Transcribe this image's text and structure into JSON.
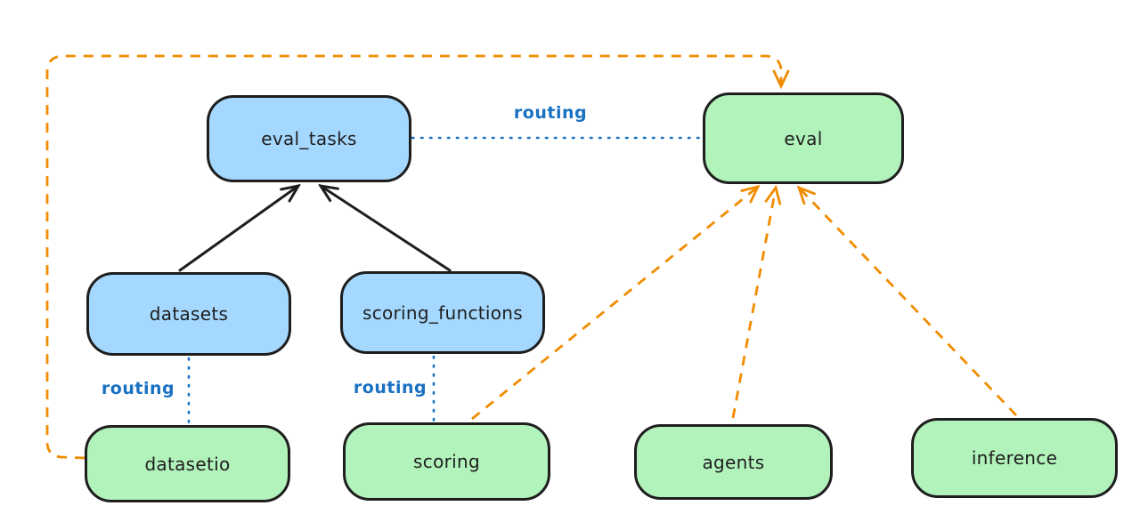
{
  "colors": {
    "background": "#ffffff",
    "node_blue_fill": "#a5d8ff",
    "node_green_fill": "#b2f2bb",
    "node_stroke": "#1e1e1e",
    "arrow_black": "#1e1e1e",
    "routing_blue": "#1971c2",
    "provider_orange": "#f08c00"
  },
  "nodes": [
    {
      "id": "eval_tasks",
      "label": "eval_tasks",
      "color": "blue"
    },
    {
      "id": "eval",
      "label": "eval",
      "color": "green"
    },
    {
      "id": "datasets",
      "label": "datasets",
      "color": "blue"
    },
    {
      "id": "scoring_functions",
      "label": "scoring_functions",
      "color": "blue"
    },
    {
      "id": "datasetio",
      "label": "datasetio",
      "color": "green"
    },
    {
      "id": "scoring",
      "label": "scoring",
      "color": "green"
    },
    {
      "id": "agents",
      "label": "agents",
      "color": "green"
    },
    {
      "id": "inference",
      "label": "inference",
      "color": "green"
    }
  ],
  "edges": [
    {
      "from": "datasets",
      "to": "eval_tasks",
      "style": "solid-black",
      "arrow": true
    },
    {
      "from": "scoring_functions",
      "to": "eval_tasks",
      "style": "solid-black",
      "arrow": true
    },
    {
      "from": "eval_tasks",
      "to": "eval",
      "style": "dotted-blue",
      "label": "routing"
    },
    {
      "from": "datasets",
      "to": "datasetio",
      "style": "dotted-blue",
      "label": "routing"
    },
    {
      "from": "scoring_functions",
      "to": "scoring",
      "style": "dotted-blue",
      "label": "routing"
    },
    {
      "from": "datasetio",
      "to": "eval",
      "style": "dashed-orange",
      "arrow": true
    },
    {
      "from": "scoring",
      "to": "eval",
      "style": "dashed-orange",
      "arrow": true
    },
    {
      "from": "agents",
      "to": "eval",
      "style": "dashed-orange",
      "arrow": true
    },
    {
      "from": "inference",
      "to": "eval",
      "style": "dashed-orange",
      "arrow": true
    }
  ]
}
